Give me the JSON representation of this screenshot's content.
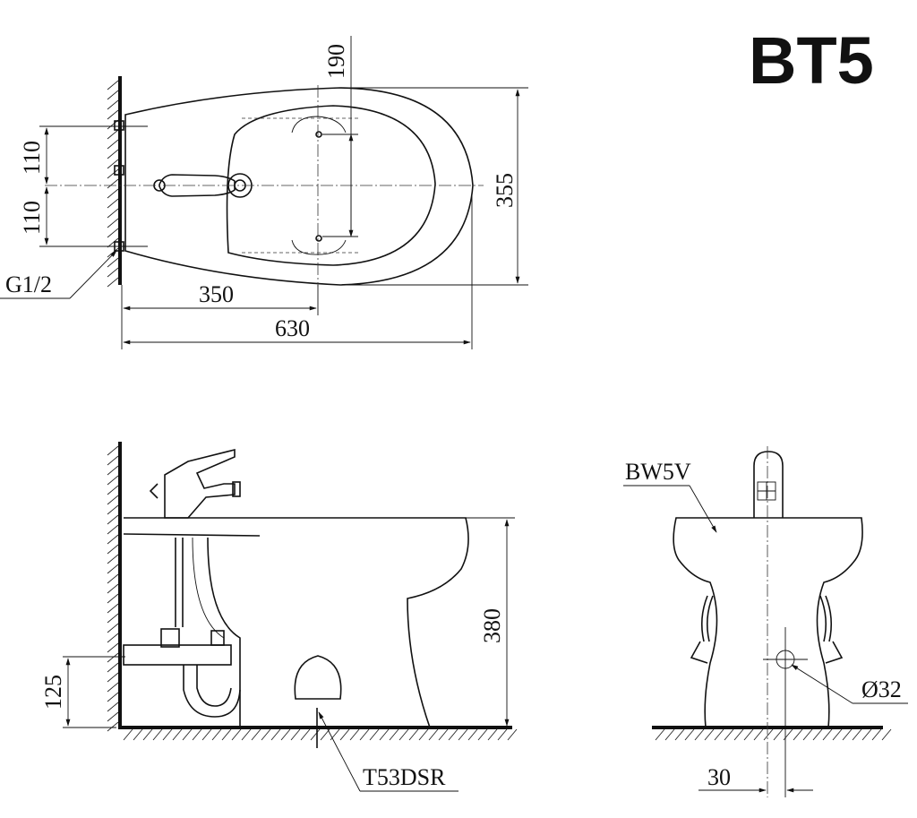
{
  "title": "BT5",
  "top_view": {
    "dim_190": "190",
    "dim_355": "355",
    "dim_110_upper": "110",
    "dim_110_lower": "110",
    "dim_350": "350",
    "dim_630": "630",
    "label_thread": "G1/2"
  },
  "side_view": {
    "dim_380": "380",
    "dim_125": "125",
    "label_fixing_kit": "T53DSR"
  },
  "front_view": {
    "label_mixer": "BW5V",
    "dim_diameter": "Ø32",
    "dim_30": "30"
  }
}
